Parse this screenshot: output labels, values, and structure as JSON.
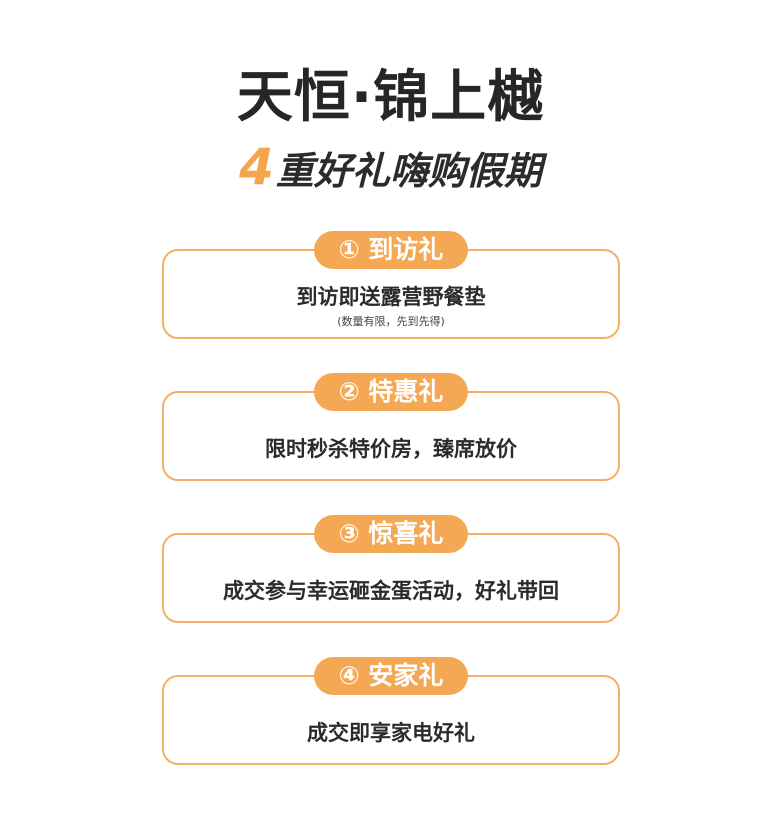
{
  "header": {
    "title": "天恒·锦上樾",
    "subtitle_number": "4",
    "subtitle_text": "重好礼嗨购假期"
  },
  "gifts": [
    {
      "badge": "① 到访礼",
      "text": "到访即送露营野餐垫",
      "note": "(数量有限，先到先得)"
    },
    {
      "badge": "② 特惠礼",
      "text": "限时秒杀特价房，臻席放价"
    },
    {
      "badge": "③ 惊喜礼",
      "text": "成交参与幸运砸金蛋活动，好礼带回"
    },
    {
      "badge": "④ 安家礼",
      "text": "成交即享家电好礼"
    }
  ],
  "colors": {
    "accent": "#f5a853",
    "border": "#f5b066",
    "text": "#2b2b2b"
  }
}
